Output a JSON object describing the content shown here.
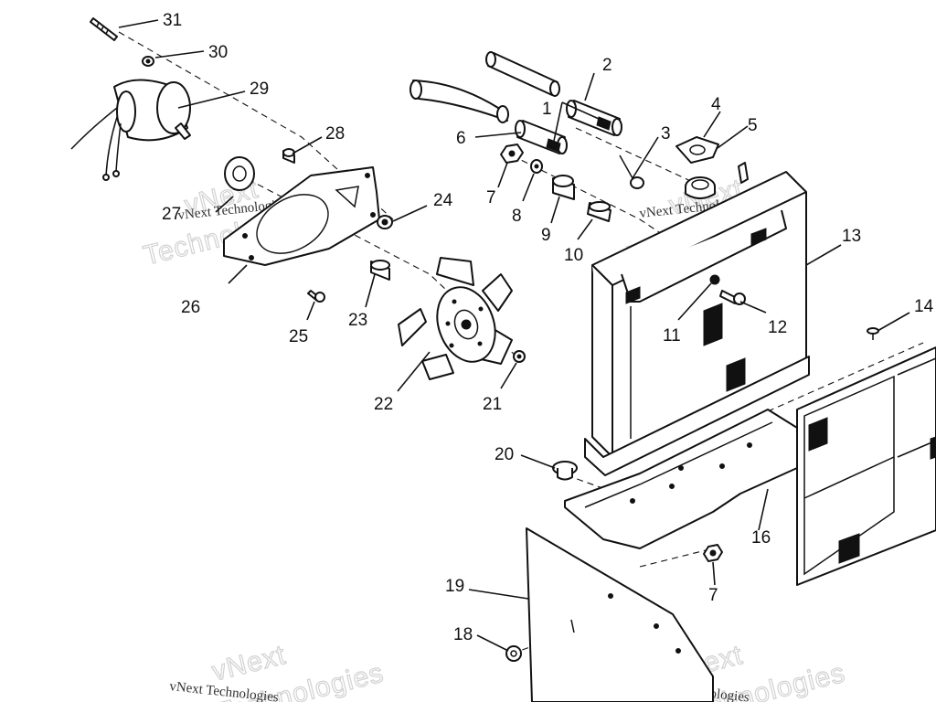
{
  "diagram": {
    "callouts": {
      "c1": "1",
      "c2": "2",
      "c3": "3",
      "c4": "4",
      "c5": "5",
      "c6": "6",
      "c7a": "7",
      "c7b": "7",
      "c8": "8",
      "c9": "9",
      "c10": "10",
      "c11": "11",
      "c12": "12",
      "c13": "13",
      "c14": "14",
      "c16": "16",
      "c18": "18",
      "c19": "19",
      "c20": "20",
      "c21": "21",
      "c22": "22",
      "c23": "23",
      "c24": "24",
      "c25": "25",
      "c26": "26",
      "c27": "27",
      "c28": "28",
      "c29": "29",
      "c30": "30",
      "c31": "31"
    },
    "watermark": {
      "line1": "vNext",
      "line2": "Technologies",
      "full": "vNext Technologies"
    }
  }
}
